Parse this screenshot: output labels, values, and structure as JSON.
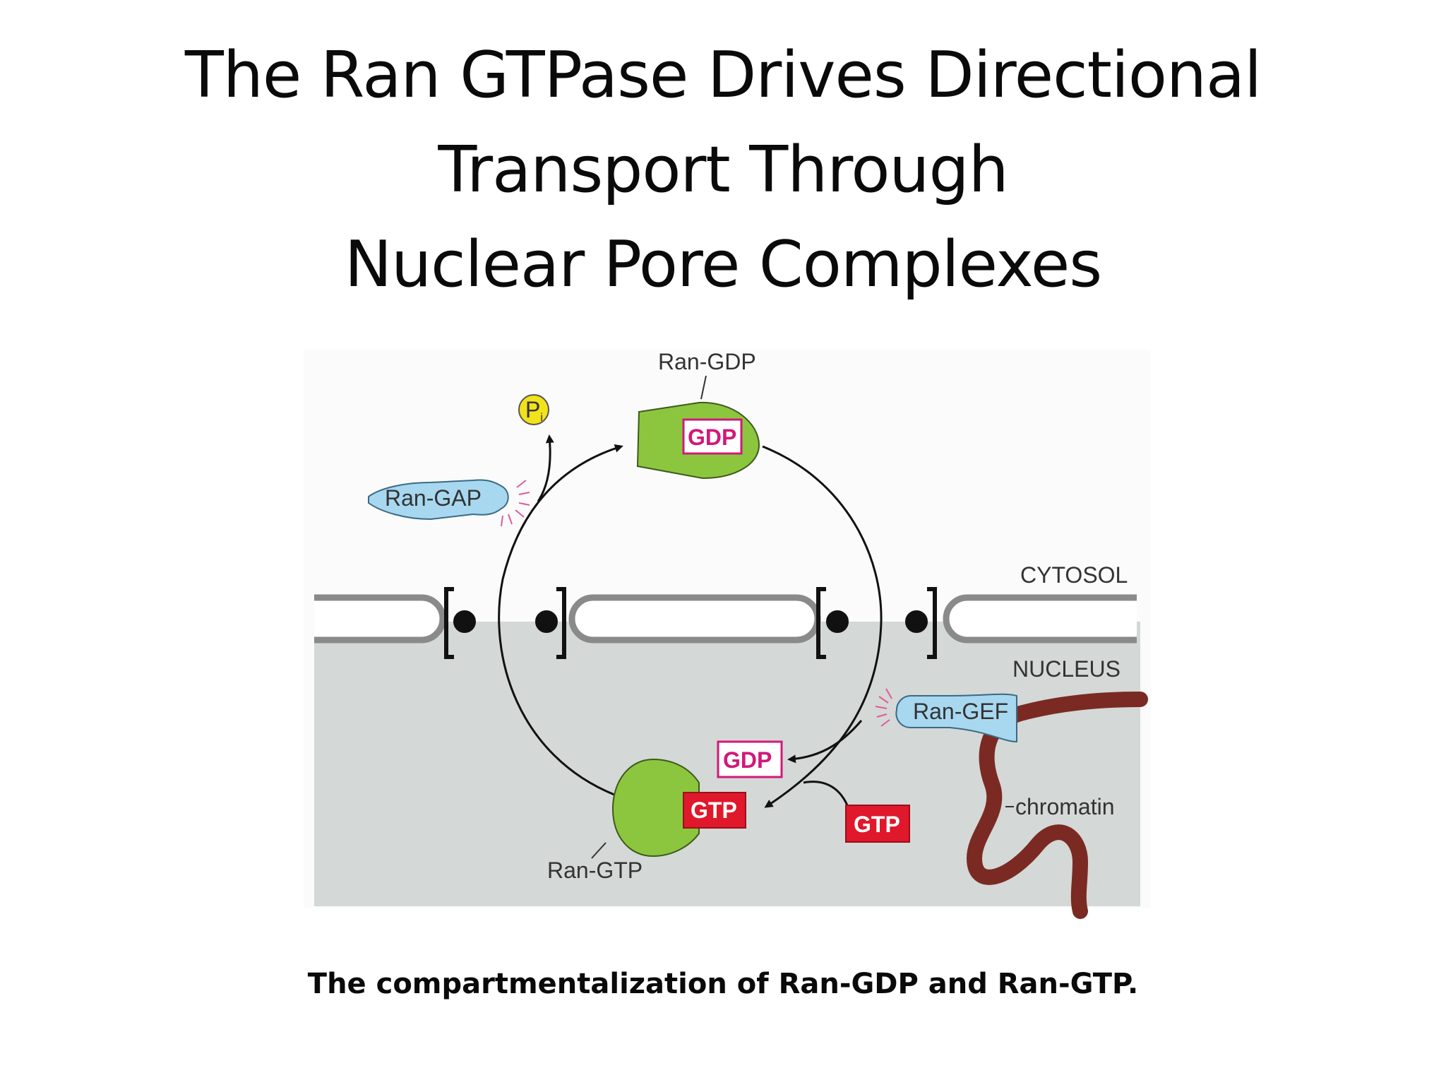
{
  "slide": {
    "title_lines": [
      "The Ran GTPase Drives Directional",
      "Transport Through",
      "Nuclear Pore Complexes"
    ],
    "caption": "The compartmentalization of Ran-GDP and Ran-GTP."
  },
  "diagram": {
    "ran_gdp_label": "Ran-GDP",
    "gdp_box": "GDP",
    "pi_label": "P",
    "pi_subscript": "i",
    "ran_gap_label": "Ran-GAP",
    "cytosol_label": "CYTOSOL",
    "nucleus_label": "NUCLEUS",
    "ran_gef_label": "Ran-GEF",
    "released_gdp_box": "GDP",
    "bound_gtp_box": "GTP",
    "free_gtp_box": "GTP",
    "chromatin_label": "chromatin",
    "ran_gtp_label": "Ran-GTP"
  },
  "colors": {
    "ran_green": "#8cc63f",
    "ran_gap_blue": "#a8d8f0",
    "pi_yellow": "#f2e21a",
    "gtp_red": "#e0182b",
    "gdp_magenta": "#d0197a",
    "nucleus_gray": "#d4d8d6",
    "chromatin_brown": "#7a2a22",
    "membrane_gray": "#8a8a8a"
  }
}
